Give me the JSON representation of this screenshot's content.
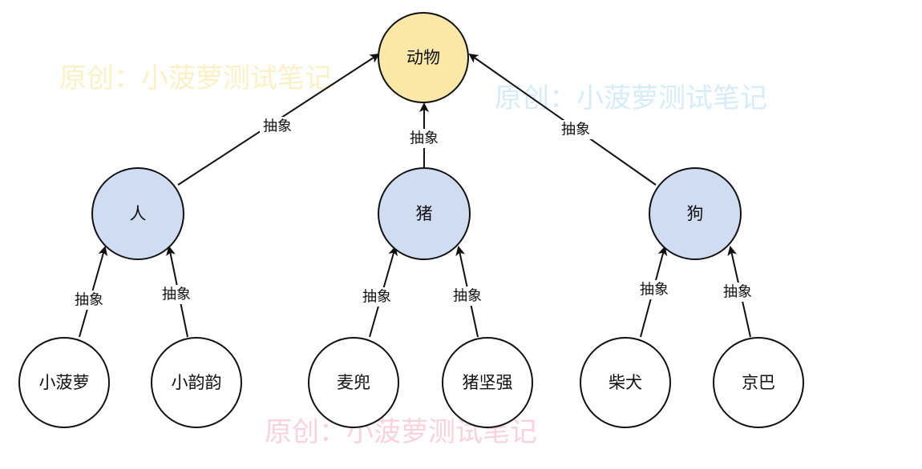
{
  "colors": {
    "root_fill": "#fbe8a6",
    "root_stroke": "#d4b45a",
    "mid_fill": "#cfdcf1",
    "mid_stroke": "#7f9fcf",
    "leaf_fill": "#ffffff",
    "leaf_stroke": "#111111",
    "watermark_yellow": "#fbf1c4",
    "watermark_blue": "#d6ecfa",
    "watermark_pink": "#f9d2dc"
  },
  "watermarks": [
    {
      "text": "原创：小菠萝测试笔记",
      "tone": "yellow"
    },
    {
      "text": "原创：小菠萝测试笔记",
      "tone": "blue"
    },
    {
      "text": "原创：小菠萝测试笔记",
      "tone": "pink"
    }
  ],
  "nodes": [
    {
      "id": "animal",
      "label": "动物",
      "level": "root"
    },
    {
      "id": "person",
      "label": "人",
      "level": "mid"
    },
    {
      "id": "pig",
      "label": "猪",
      "level": "mid"
    },
    {
      "id": "dog",
      "label": "狗",
      "level": "mid"
    },
    {
      "id": "xiaoboluo",
      "label": "小菠萝",
      "level": "leaf"
    },
    {
      "id": "xiaoyunyun",
      "label": "小韵韵",
      "level": "leaf"
    },
    {
      "id": "maidou",
      "label": "麦兜",
      "level": "leaf"
    },
    {
      "id": "zhujianqiang",
      "label": "猪坚强",
      "level": "leaf"
    },
    {
      "id": "chaiquan",
      "label": "柴犬",
      "level": "leaf"
    },
    {
      "id": "jingba",
      "label": "京巴",
      "level": "leaf"
    }
  ],
  "edges": [
    {
      "from": "person",
      "to": "animal",
      "label": "抽象"
    },
    {
      "from": "pig",
      "to": "animal",
      "label": "抽象"
    },
    {
      "from": "dog",
      "to": "animal",
      "label": "抽象"
    },
    {
      "from": "xiaoboluo",
      "to": "person",
      "label": "抽象"
    },
    {
      "from": "xiaoyunyun",
      "to": "person",
      "label": "抽象"
    },
    {
      "from": "maidou",
      "to": "pig",
      "label": "抽象"
    },
    {
      "from": "zhujianqiang",
      "to": "pig",
      "label": "抽象"
    },
    {
      "from": "chaiquan",
      "to": "dog",
      "label": "抽象"
    },
    {
      "from": "jingba",
      "to": "dog",
      "label": "抽象"
    }
  ]
}
